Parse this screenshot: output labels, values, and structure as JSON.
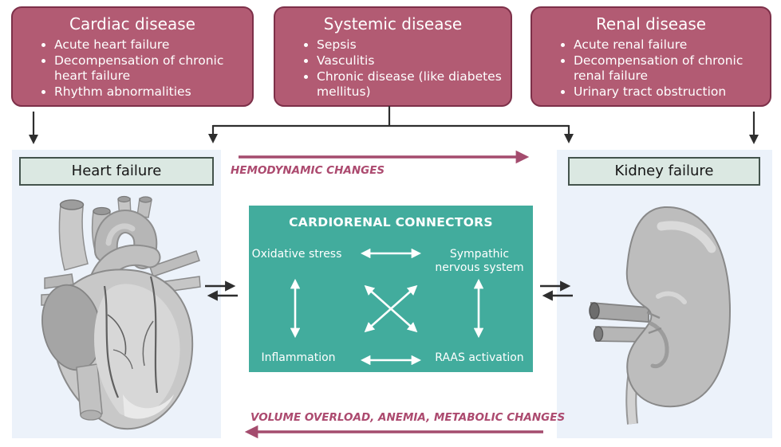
{
  "top_boxes": [
    {
      "title": "Cardiac disease",
      "items": [
        "Acute heart failure",
        "Decompensation of chronic heart failure",
        "Rhythm abnormalities"
      ]
    },
    {
      "title": "Systemic disease",
      "items": [
        "Sepsis",
        "Vasculitis",
        "Chronic disease (like diabetes mellitus)"
      ]
    },
    {
      "title": "Renal disease",
      "items": [
        "Acute renal failure",
        "Decompensation of chronic renal failure",
        "Urinary tract obstruction"
      ]
    }
  ],
  "panels": {
    "left_header": "Heart failure",
    "right_header": "Kidney failure"
  },
  "flow_labels": {
    "forward": "HEMODYNAMIC CHANGES",
    "reverse": "VOLUME OVERLOAD, ANEMIA, METABOLIC CHANGES"
  },
  "connectors": {
    "title": "CARDIORENAL CONNECTORS",
    "top_left": "Oxidative stress",
    "top_right": "Sympathic nervous system",
    "bottom_left": "Inflammation",
    "bottom_right": "RAAS activation"
  },
  "icons": {
    "heart": "heart-illustration",
    "kidney": "kidney-illustration"
  },
  "colors": {
    "disease_box_fill": "#b25b73",
    "disease_box_border": "#7d3049",
    "connectors_fill": "#42ac9d",
    "panel_fill": "#ecf2fa",
    "header_fill": "#dbe8e2",
    "header_border": "#44544d",
    "flow_arrow": "#a44c6e",
    "black_arrow": "#2e2e2e"
  }
}
